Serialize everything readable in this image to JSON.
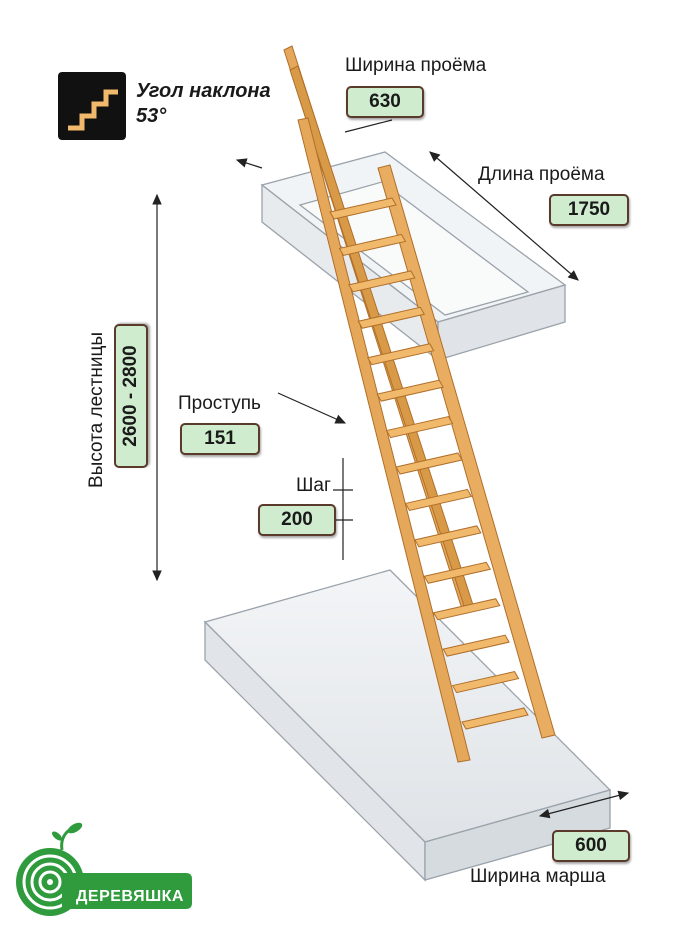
{
  "angle": {
    "label_line1": "Угол наклона",
    "label_line2": "53°",
    "icon": "stairs-icon"
  },
  "dimensions": {
    "opening_width": {
      "label": "Ширина проёма",
      "value": "630"
    },
    "opening_length": {
      "label": "Длина проёма",
      "value": "1750"
    },
    "height": {
      "label": "Высота лестницы",
      "value": "2600 - 2800"
    },
    "tread": {
      "label": "Проступь",
      "value": "151"
    },
    "step": {
      "label": "Шаг",
      "value": "200"
    },
    "flight_width": {
      "label": "Ширина марша",
      "value": "600"
    }
  },
  "brand": {
    "name": "ДЕРЕВЯШКА",
    "icon": "wood-rings-logo-icon",
    "color": "#2f9b3c"
  },
  "colors": {
    "wood": "#e5a85a",
    "wood_dark": "#b06f2a",
    "slab": "#e9ecef",
    "value_box": "#cfeccf"
  }
}
